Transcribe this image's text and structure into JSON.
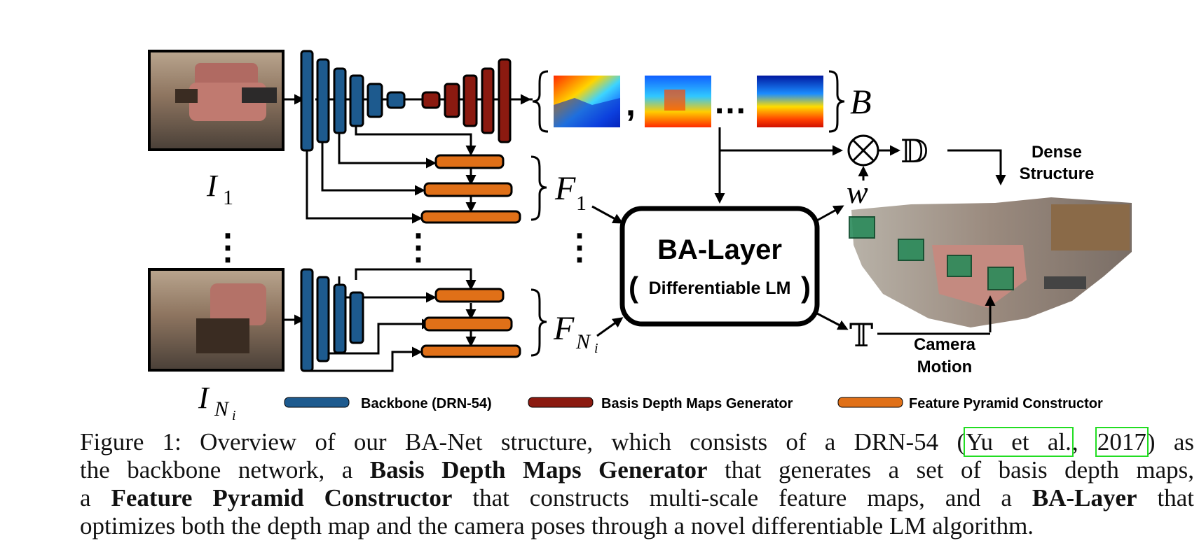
{
  "figure": {
    "image_labels": {
      "first": "I",
      "first_sub": "1",
      "last": "I",
      "last_sub": "N",
      "last_subsub": "i"
    },
    "ellipsis": "⋮",
    "basis_label": "B",
    "basis_separator": ",",
    "basis_dots": "…",
    "feature_labels": {
      "f1": "F",
      "f1_sub": "1",
      "fn": "F",
      "fn_sub": "N",
      "fn_subsub": "i"
    },
    "ba_layer": {
      "title": "BA-Layer",
      "subtitle": "Differentiable LM",
      "open_paren": "(",
      "close_paren": ")"
    },
    "operator": "⊗",
    "weight_symbol": "w",
    "depth_symbol": "𝔻",
    "motion_symbol": "𝕋",
    "dense_structure": [
      "Dense",
      "Structure"
    ],
    "camera_motion": [
      "Camera",
      "Motion"
    ],
    "legend": [
      {
        "label": "Backbone (DRN-54)",
        "color": "#1d5a8e"
      },
      {
        "label": "Basis Depth Maps Generator",
        "color": "#8b1a10"
      },
      {
        "label": "Feature Pyramid Constructor",
        "color": "#e07018"
      }
    ]
  },
  "caption": {
    "line1_a": "Figure 1: Overview of our BA-Net structure, which consists of a DRN-54 (",
    "cite_author": "Yu et al.",
    "cite_sep": ", ",
    "cite_year": "2017",
    "line1_b": ") as",
    "line2_a": "the backbone network, a ",
    "line2_bold": "Basis Depth Maps Generator",
    "line2_b": " that generates a set of basis depth maps,",
    "line3_a": "a ",
    "line3_bold1": "Feature Pyramid Constructor",
    "line3_b": " that constructs multi-scale feature maps, and a ",
    "line3_bold2": "BA-Layer",
    "line3_c": " that",
    "line4": "optimizes both the depth map and the camera poses through a novel differentiable LM algorithm."
  }
}
